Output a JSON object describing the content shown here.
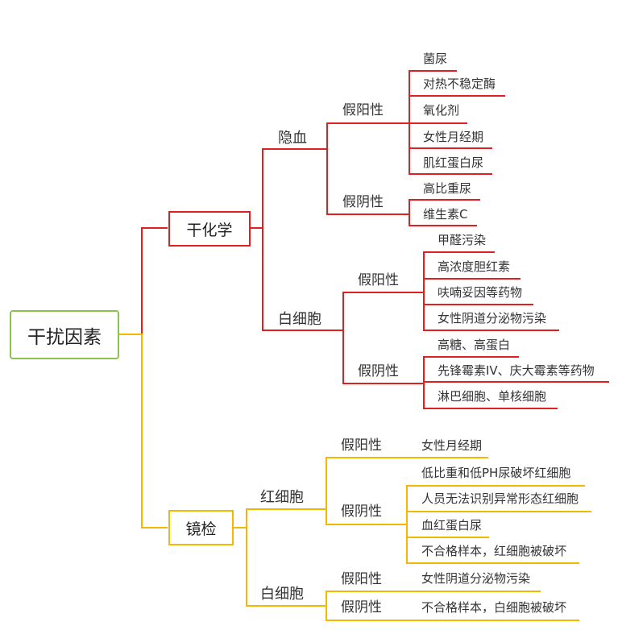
{
  "colors": {
    "root_border": "#8cc152",
    "red_branch": "#e31e1e",
    "yellow_branch": "#f5b800",
    "text": "#333333"
  },
  "root": "干扰因素",
  "dry_chem": {
    "label": "干化学",
    "occult_blood": {
      "label": "隐血",
      "false_positive": {
        "label": "假阳性",
        "items": [
          "菌尿",
          "对热不稳定酶",
          "氧化剂",
          "女性月经期",
          "肌红蛋白尿"
        ]
      },
      "false_negative": {
        "label": "假阴性",
        "items": [
          "高比重尿",
          "维生素C"
        ]
      }
    },
    "wbc": {
      "label": "白细胞",
      "false_positive": {
        "label": "假阳性",
        "items": [
          "甲醛污染",
          "高浓度胆红素",
          "呋喃妥因等药物",
          "女性阴道分泌物污染"
        ]
      },
      "false_negative": {
        "label": "假阴性",
        "items": [
          "高糖、高蛋白",
          "先锋霉素IV、庆大霉素等药物",
          "淋巴细胞、单核细胞"
        ]
      }
    }
  },
  "microscopy": {
    "label": "镜检",
    "rbc": {
      "label": "红细胞",
      "false_positive": {
        "label": "假阳性",
        "items": [
          "女性月经期"
        ]
      },
      "false_negative": {
        "label": "假阴性",
        "items": [
          "低比重和低PH尿破坏红细胞",
          "人员无法识别异常形态红细胞",
          "血红蛋白尿",
          "不合格样本，红细胞被破坏"
        ]
      }
    },
    "wbc": {
      "label": "白细胞",
      "false_positive": {
        "label": "假阳性",
        "items": [
          "女性阴道分泌物污染"
        ]
      },
      "false_negative": {
        "label": "假阴性",
        "items": [
          "不合格样本，白细胞被破坏"
        ]
      }
    }
  }
}
